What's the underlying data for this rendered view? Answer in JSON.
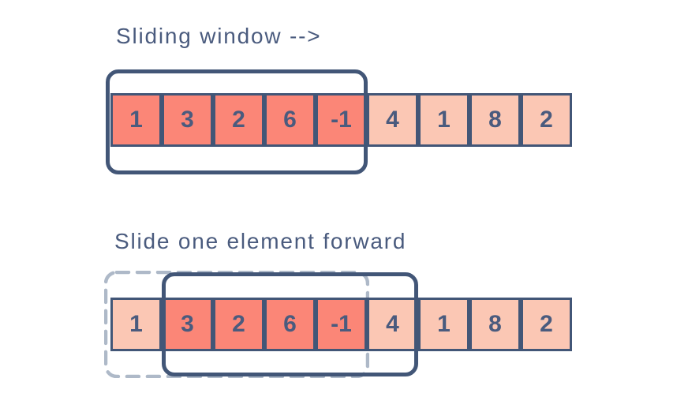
{
  "colors": {
    "navy": "#425677",
    "salmon": "#fb8677",
    "light_pink": "#fbc7b4",
    "dashed_gray": "#aeb9c8",
    "text": "#4a5b7e",
    "background": "#ffffff"
  },
  "diagram1": {
    "label": "Sliding window -->",
    "cells": [
      {
        "value": "1",
        "highlight": true
      },
      {
        "value": "3",
        "highlight": true
      },
      {
        "value": "2",
        "highlight": true
      },
      {
        "value": "6",
        "highlight": true
      },
      {
        "value": "-1",
        "highlight": true
      },
      {
        "value": "4",
        "highlight": false
      },
      {
        "value": "1",
        "highlight": false
      },
      {
        "value": "8",
        "highlight": false
      },
      {
        "value": "2",
        "highlight": false
      }
    ],
    "window": {
      "start_index": 0,
      "end_index": 4
    }
  },
  "diagram2": {
    "label": "Slide one element forward",
    "cells": [
      {
        "value": "1",
        "highlight": false
      },
      {
        "value": "3",
        "highlight": true
      },
      {
        "value": "2",
        "highlight": true
      },
      {
        "value": "6",
        "highlight": true
      },
      {
        "value": "-1",
        "highlight": true
      },
      {
        "value": "4",
        "highlight": false
      },
      {
        "value": "1",
        "highlight": false
      },
      {
        "value": "8",
        "highlight": false
      },
      {
        "value": "2",
        "highlight": false
      }
    ],
    "window": {
      "start_index": 1,
      "end_index": 5
    },
    "previous_window": {
      "start_index": 0,
      "end_index": 4
    }
  }
}
